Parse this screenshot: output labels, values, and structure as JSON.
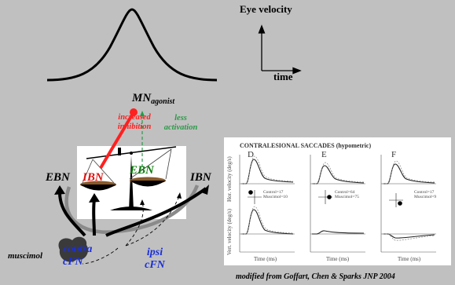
{
  "top": {
    "eye_velocity_label": "Eye velocity",
    "time_label": "time"
  },
  "circuit": {
    "mn_label": "MN",
    "mn_sub": "agonist",
    "increased_inhibition": "increased inhibition",
    "less_activation": "less activation",
    "ebn_left": "EBN",
    "ibn_left": "IBN",
    "ebn_green": "EBN",
    "ibn_right": "IBN",
    "muscimol": "muscimol",
    "contra": "contra cFN",
    "ipsi": "ipsi cFN"
  },
  "figure": {
    "title": "CONTRALESIONAL SACCADES (hypometric)",
    "panels": [
      "D",
      "E",
      "F"
    ],
    "y_top": "Hor. velocity (deg/s)",
    "y_bottom": "Vert. velocity (deg/s)",
    "x_label": "Time (ms)",
    "legends": [
      [
        "Control=17",
        "Muscimol=10"
      ],
      [
        "Control=64",
        "Muscimol=75"
      ],
      [
        "Control=17",
        "Muscimol=9"
      ]
    ]
  },
  "caption": "modified from Goffart, Chen & Sparks  JNP 2004",
  "colors": {
    "background": "#c0c0c0",
    "red": "#ff2020",
    "green": "#2a9a48",
    "blue": "#1a2fd8",
    "tray": "#8a5a2a"
  }
}
